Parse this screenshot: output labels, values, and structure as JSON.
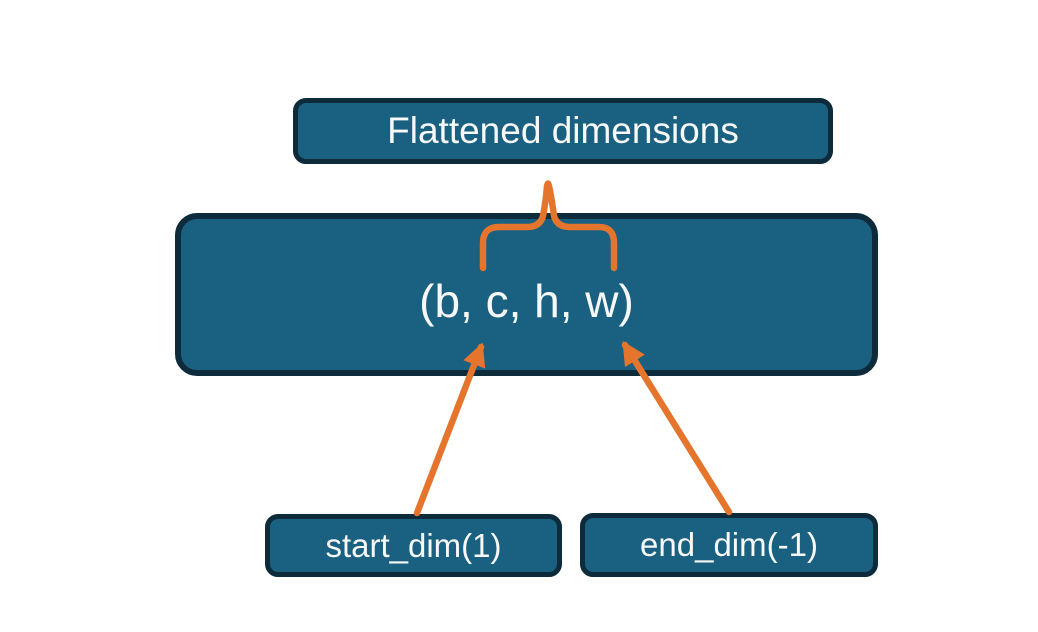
{
  "colors": {
    "background": "#FFFFFF",
    "node_fill": "#1A6080",
    "node_border": "#0D2B3B",
    "accent_orange": "#E5752D",
    "text": "#F7F8F8"
  },
  "nodes": {
    "flattened": {
      "label": "Flattened dimensions"
    },
    "tensor": {
      "label": "(b, c, h, w)"
    },
    "start_dim": {
      "label": "start_dim(1)"
    },
    "end_dim": {
      "label": "end_dim(-1)"
    }
  }
}
